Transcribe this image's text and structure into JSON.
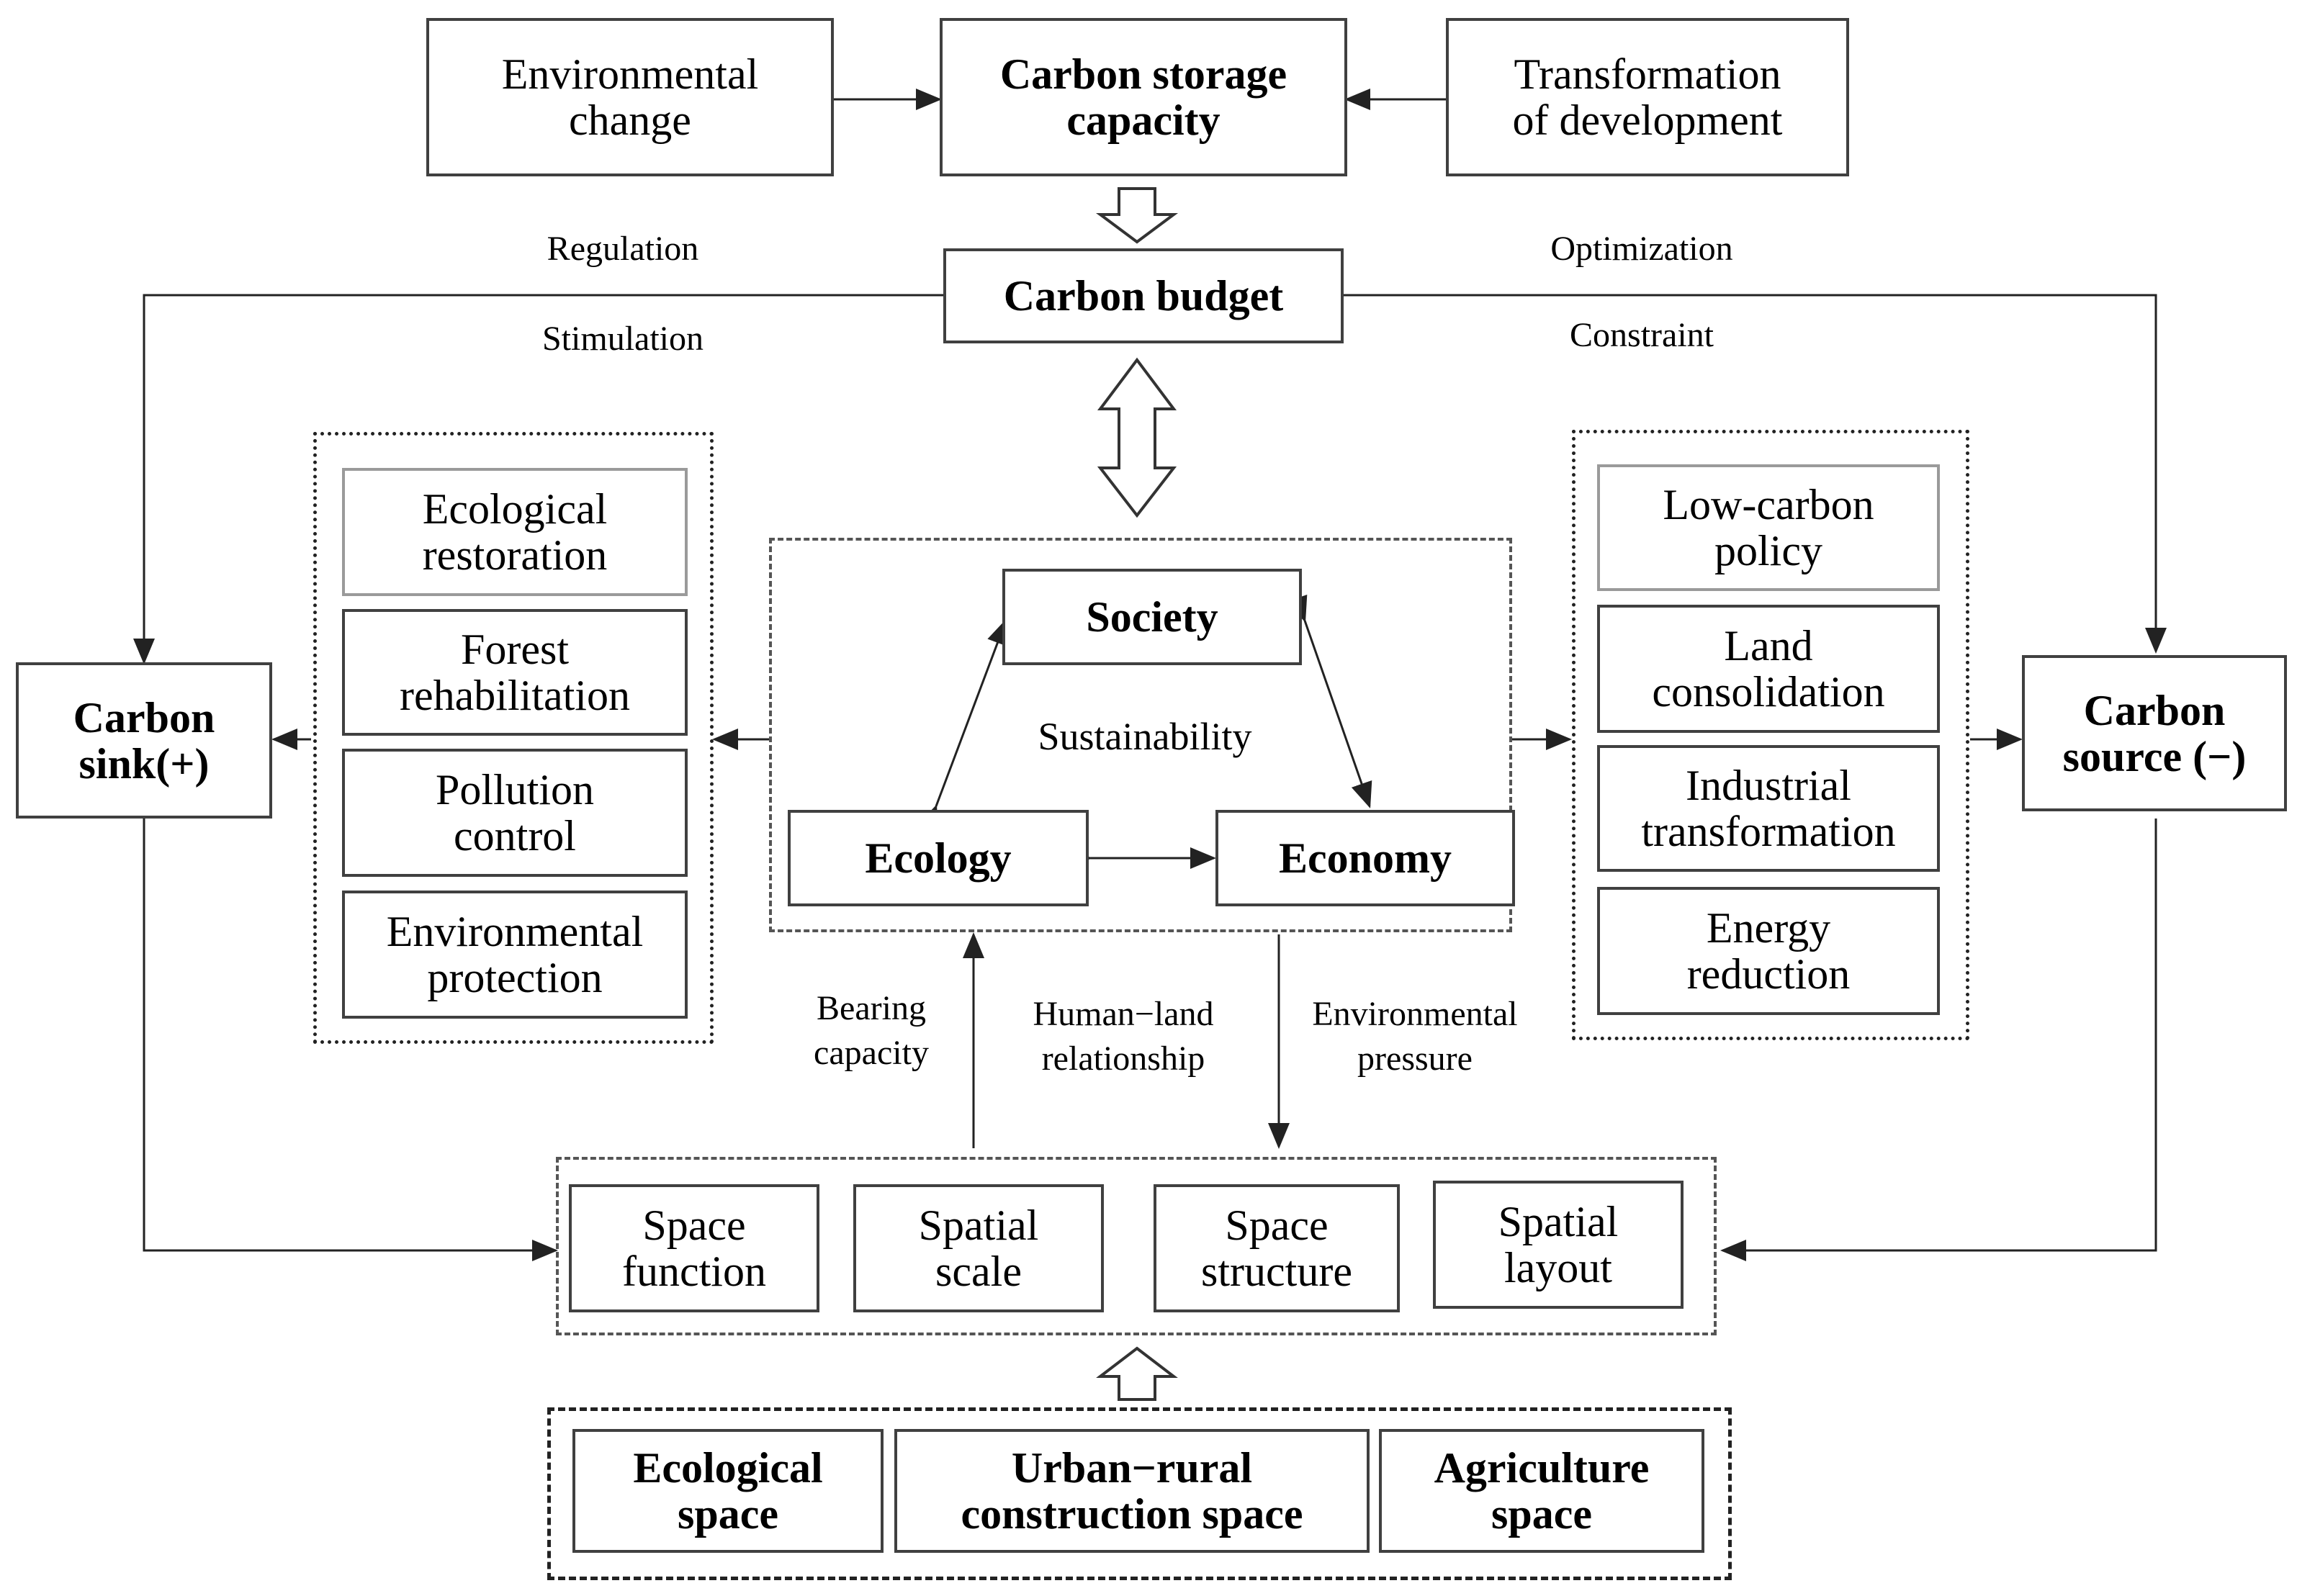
{
  "top": {
    "environmental_change": "Environmental\nchange",
    "carbon_storage_capacity": "Carbon storage\ncapacity",
    "transformation_of_development": "Transformation\nof development"
  },
  "carbon_budget": "Carbon budget",
  "relation_labels": {
    "regulation": "Regulation",
    "stimulation": "Stimulation",
    "optimization": "Optimization",
    "constraint": "Constraint",
    "sustainability": "Sustainability",
    "bearing_capacity": "Bearing\ncapacity",
    "human_land_relationship": "Human−land\nrelationship",
    "environmental_pressure": "Environmental\npressure"
  },
  "carbon_sink": "Carbon\nsink(+)",
  "carbon_source": "Carbon\nsource (−)",
  "sink_measures": [
    "Ecological\nrestoration",
    "Forest\nrehabilitation",
    "Pollution\ncontrol",
    "Environmental\nprotection"
  ],
  "source_measures": [
    "Low-carbon\npolicy",
    "Land\nconsolidation",
    "Industrial\ntransformation",
    "Energy\nreduction"
  ],
  "core": {
    "society": "Society",
    "ecology": "Ecology",
    "economy": "Economy"
  },
  "space_attributes": [
    "Space\nfunction",
    "Spatial\nscale",
    "Space\nstructure",
    "Spatial\nlayout"
  ],
  "space_types": [
    "Ecological\nspace",
    "Urban−rural\nconstruction space",
    "Agriculture\nspace"
  ],
  "colors": {
    "line": "#222222",
    "box_border": "#404040",
    "soft_border": "#9a9a9a"
  }
}
